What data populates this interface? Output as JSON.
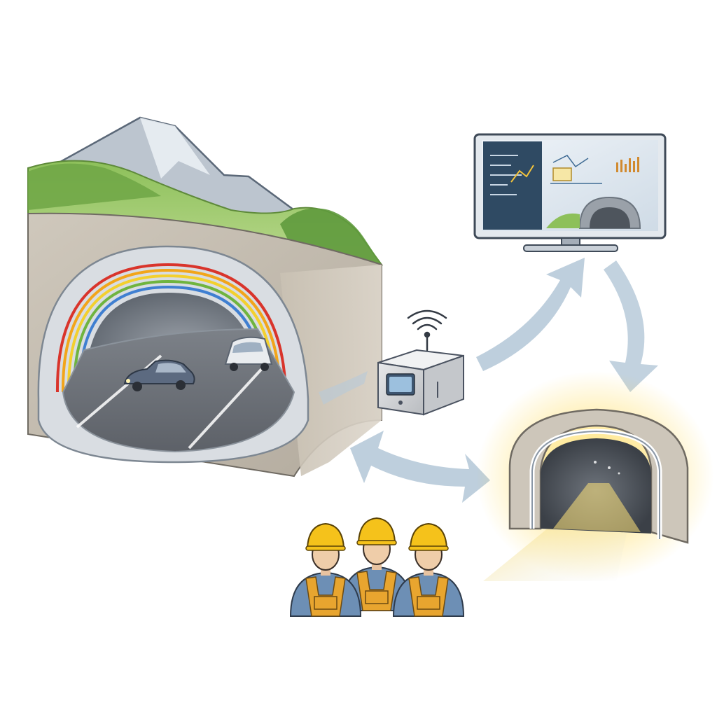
{
  "diagram": {
    "nodes": [
      {
        "id": "mountain-tunnel",
        "kind": "tunnel cross-section with sensor rings"
      },
      {
        "id": "iot-gateway",
        "kind": "sensor data box"
      },
      {
        "id": "monitoring-display",
        "kind": "computer monitor dashboard"
      },
      {
        "id": "maintained-tunnel",
        "kind": "illuminated tunnel portal"
      },
      {
        "id": "maintenance-workers",
        "kind": "three workers in hard hats",
        "count": 3
      }
    ],
    "edges": [
      {
        "from": "iot-gateway",
        "to": "monitoring-display"
      },
      {
        "from": "monitoring-display",
        "to": "maintained-tunnel"
      },
      {
        "from": "mountain-tunnel",
        "to": "maintained-tunnel",
        "bidirectional": true
      }
    ]
  },
  "icons": {
    "gateway_antenna": "wifi-signal-icon",
    "worker": "worker-icon"
  },
  "colors": {
    "sensor_red": "#d9342b",
    "sensor_orange": "#f2a51a",
    "sensor_yellow": "#f3d02e",
    "sensor_green": "#6fb43f",
    "sensor_blue": "#3f7fd1",
    "flow_arrow": "#b7cad9",
    "glow": "#ffd84a",
    "hardhat": "#f5c21b",
    "vest": "#e8a52f",
    "shirt": "#6d8fb5",
    "screen_dark": "#2f4a63"
  }
}
